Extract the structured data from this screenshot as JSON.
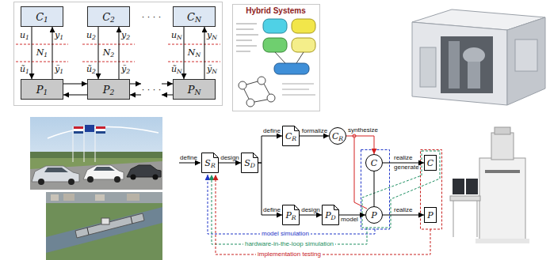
{
  "diagram": {
    "nodes": [
      {
        "text": [
          "C1"
        ]
      },
      {
        "text": [
          "C2"
        ]
      },
      {
        "text": [
          "CN"
        ]
      },
      {
        "text": [
          "P1"
        ]
      },
      {
        "text": [
          "P2"
        ]
      },
      {
        "text": [
          "PN"
        ]
      },
      {
        "text": [
          "SR"
        ]
      },
      {
        "text": [
          "SD"
        ]
      },
      {
        "text": [
          "CR"
        ]
      },
      {
        "text": [
          "CR"
        ]
      },
      {
        "text": [
          "PR"
        ]
      },
      {
        "text": [
          "PD"
        ]
      },
      {
        "text": [
          "C"
        ]
      },
      {
        "text": [
          "P"
        ]
      },
      {
        "text": [
          "C"
        ]
      },
      {
        "text": [
          "P"
        ]
      }
    ],
    "edges": [
      {
        "from": 0,
        "to": 3,
        "arrow": "to"
      },
      {
        "from": 3,
        "to": 0,
        "arrow": "to"
      },
      {
        "from": 1,
        "to": 4,
        "arrow": "to"
      },
      {
        "from": 4,
        "to": 1,
        "arrow": "to"
      },
      {
        "from": 2,
        "to": 5,
        "arrow": "to"
      },
      {
        "from": 5,
        "to": 2,
        "arrow": "to"
      },
      {
        "from": 3,
        "to": 4,
        "arrow": "to"
      },
      {
        "from": 4,
        "to": 3,
        "arrow": "to"
      },
      {
        "from": 6,
        "to": 7,
        "label": "design",
        "arrow": "to"
      },
      {
        "from": 7,
        "to": 8,
        "label": "define",
        "arrow": "to"
      },
      {
        "from": 7,
        "to": 10,
        "label": "define",
        "arrow": "to"
      },
      {
        "from": 8,
        "to": 9,
        "label": "formalize",
        "arrow": "to"
      },
      {
        "from": 9,
        "to": 12,
        "label": "synthesize",
        "arrow": "to"
      },
      {
        "from": 12,
        "to": 14,
        "label": "realize",
        "arrow": "to"
      },
      {
        "from": 10,
        "to": 11,
        "label": "design",
        "arrow": "to"
      },
      {
        "from": 11,
        "to": 13,
        "label": "model",
        "arrow": "to"
      },
      {
        "from": 13,
        "to": 15,
        "label": "realize",
        "arrow": "to"
      },
      {
        "from": 12,
        "to": 13,
        "arrow": "none"
      }
    ],
    "labels": [
      "u1",
      "y1",
      "N1",
      "ũ1",
      "ỹ1",
      "u2",
      "y2",
      "N2",
      "ũ2",
      "ỹ2",
      "uN",
      "yN",
      "NN",
      "ũN",
      "ỹN",
      "· · · ·",
      "· · · ·",
      "Hybrid Systems",
      "define",
      "generate",
      "model simulation",
      "hardware-in-the-loop simulation",
      "implementation testing"
    ]
  }
}
